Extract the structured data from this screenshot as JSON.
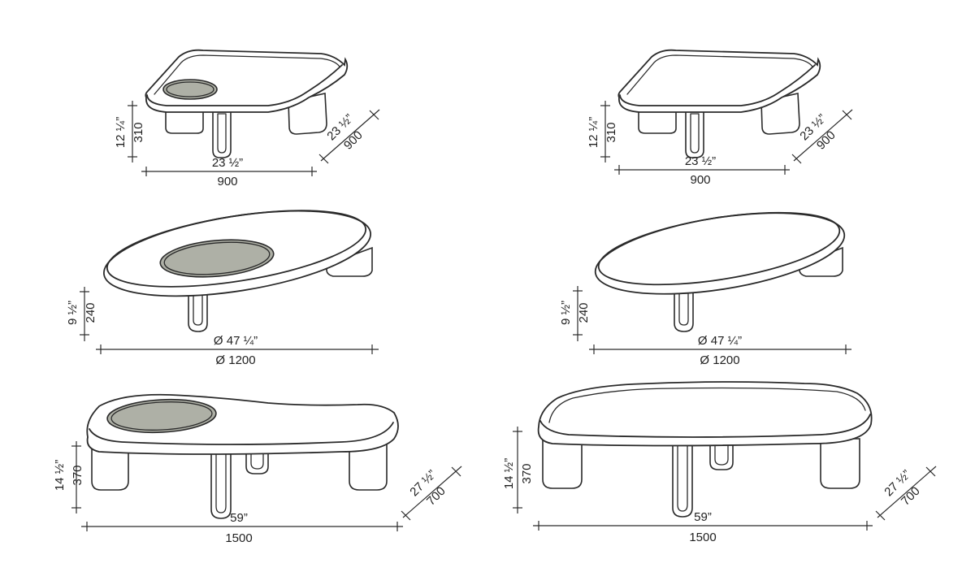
{
  "colors": {
    "line": "#2a2a2a",
    "glass": "#aeb0a6",
    "background": "#ffffff"
  },
  "tables": [
    {
      "variant": "square-with-glass",
      "height_in": "12 ¼”",
      "height_mm": "310",
      "depth_in": "23 ½”",
      "depth_mm": "900",
      "width_in": "23 ½”",
      "width_mm": "900"
    },
    {
      "variant": "square",
      "height_in": "12 ¼”",
      "height_mm": "310",
      "depth_in": "23 ½”",
      "depth_mm": "900",
      "width_in": "23 ½”",
      "width_mm": "900"
    },
    {
      "variant": "round-with-glass",
      "height_in": "9 ½”",
      "height_mm": "240",
      "width_in": "Ø 47 ¼”",
      "width_mm": "Ø 1200"
    },
    {
      "variant": "round",
      "height_in": "9 ½”",
      "height_mm": "240",
      "width_in": "Ø 47 ¼”",
      "width_mm": "Ø 1200"
    },
    {
      "variant": "oblong-with-glass",
      "height_in": "14 ½”",
      "height_mm": "370",
      "depth_in": "27 ½”",
      "depth_mm": "700",
      "width_in": "59”",
      "width_mm": "1500"
    },
    {
      "variant": "oblong",
      "height_in": "14 ½”",
      "height_mm": "370",
      "depth_in": "27 ½”",
      "depth_mm": "700",
      "width_in": "59”",
      "width_mm": "1500"
    }
  ]
}
